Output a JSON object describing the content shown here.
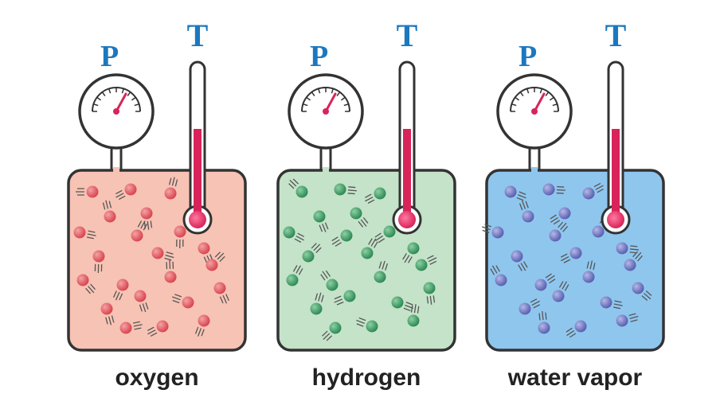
{
  "figure": {
    "pressure_symbol": "P",
    "temperature_symbol": "T",
    "containers": [
      {
        "label": "oxygen",
        "gas_color": "#f7c3b4",
        "molecule_color": "#d9454f",
        "molecule_highlight": "#f3a3a6"
      },
      {
        "label": "hydrogen",
        "gas_color": "#c4e3c9",
        "molecule_color": "#2e8a55",
        "molecule_highlight": "#8ed0a4"
      },
      {
        "label": "water vapor",
        "gas_color": "#8fc6ee",
        "molecule_color": "#5a60b0",
        "molecule_highlight": "#b4b8e8"
      }
    ],
    "colors": {
      "letters": "#1b78bf",
      "outline": "#333333",
      "mercury": "#d8245a",
      "motion_lines": "#555555"
    }
  }
}
